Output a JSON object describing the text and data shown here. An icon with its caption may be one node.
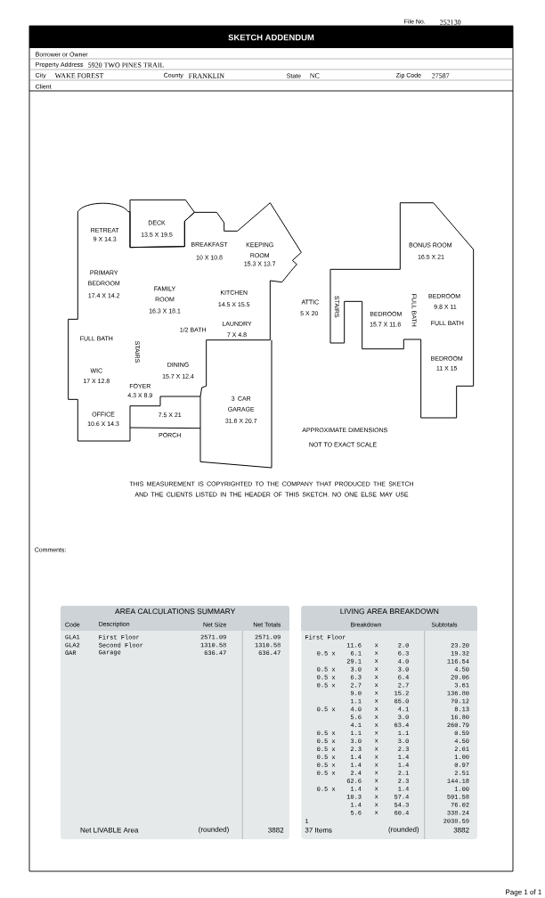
{
  "diagram": {
    "title": "SKETCH ADDENDUM",
    "nodes": [
      {
        "text": [
          "AREA CALCULATIONS SUMMARY"
        ]
      },
      {
        "text": [
          "LIVING AREA BREAKDOWN"
        ]
      }
    ],
    "labels": [
      "File No.",
      "252130",
      "Borrower or Owner",
      "Property Address",
      "5920 TWO PINES TRAIL",
      "City",
      "WAKE FOREST",
      "County",
      "FRANKLIN",
      "State",
      "NC",
      "Zip Code",
      "27587",
      "Client",
      "RETREAT",
      "9 X 14.3",
      "DECK",
      "13.5 X 19.5",
      "BREAKFAST",
      "10 X 10.8",
      "KEEPING ROOM",
      "15.3 X 13.7",
      "PRIMARY BEDROOM",
      "17.4 X 14.2",
      "FAMILY ROOM",
      "16.3 X 18.1",
      "KITCHEN",
      "14.5 X 15.5",
      "1/2 BATH",
      "LAUNDRY",
      "7 X 4.8",
      "FULL BATH",
      "STAIRS",
      "DINING",
      "15.7 X 12.4",
      "WIC",
      "17 X 12.8",
      "FOYER",
      "4.3 X 8.9",
      "3 CAR GARAGE",
      "31.6 X 20.7",
      "OFFICE",
      "10.6 X 14.3",
      "7.5 X 21",
      "PORCH",
      "BONUS ROOM",
      "16.5 X 21",
      "ATTIC",
      "5 X 20",
      "STAIRS",
      "FULL BATH",
      "BEDROOM",
      "9.8 X 11",
      "BEDROOM",
      "15.7 X 11.6",
      "FULL BATH",
      "BEDROOM",
      "11 X 15",
      "APPROXIMATE DIMENSIONS",
      "NOT TO EXACT SCALE",
      "THIS MEASUREMENT IS COPYRIGHTED TO THE COMPANY THAT PRODUCED THE SKETCH AND  THE CLIENTS LISTED IN THE HEADER OF THIS SKETCH. NO ONE ELSE MAY USE",
      "Comments:",
      "Code",
      "Description",
      "Net Size",
      "Net Totals",
      "GLA1",
      "First Floor",
      "2571.09",
      "2571.09",
      "GLA2",
      "Second Floor",
      "1310.58",
      "1310.58",
      "GAR",
      "Garage",
      "636.47",
      "636.47",
      "Net LIVABLE Area",
      "(rounded)",
      "3882",
      "Breakdown",
      "Subtotals",
      "First Floor",
      "11.6",
      "x",
      "2.0",
      "23.20",
      "0.5 x",
      "6.1",
      "x",
      "6.3",
      "19.32",
      "29.1",
      "x",
      "4.0",
      "116.54",
      "0.5 x",
      "3.0",
      "x",
      "3.0",
      "4.50",
      "0.5 x",
      "6.3",
      "x",
      "6.4",
      "20.06",
      "0.5 x",
      "2.7",
      "x",
      "2.7",
      "3.61",
      "9.0",
      "x",
      "15.2",
      "136.80",
      "1.1",
      "x",
      "65.0",
      "70.12",
      "0.5 x",
      "4.0",
      "x",
      "4.1",
      "8.13",
      "5.6",
      "x",
      "3.0",
      "16.80",
      "4.1",
      "x",
      "63.4",
      "260.79",
      "0.5 x",
      "1.1",
      "x",
      "1.1",
      "0.59",
      "0.5 x",
      "3.0",
      "x",
      "3.0",
      "4.50",
      "0.5 x",
      "2.3",
      "x",
      "2.3",
      "2.61",
      "0.5 x",
      "1.4",
      "x",
      "1.4",
      "1.00",
      "0.5 x",
      "1.4",
      "x",
      "1.4",
      "0.97",
      "0.5 x",
      "2.4",
      "x",
      "2.1",
      "2.51",
      "62.6",
      "x",
      "2.3",
      "144.18",
      "0.5 x",
      "1.4",
      "x",
      "1.4",
      "1.00",
      "10.3",
      "x",
      "57.4",
      "591.58",
      "1.4",
      "x",
      "54.3",
      "76.02",
      "5.6",
      "x",
      "60.4",
      "338.24",
      "1",
      "2038.59",
      "37 Items",
      "(rounded)",
      "3882",
      "Page 1 of 1"
    ]
  }
}
